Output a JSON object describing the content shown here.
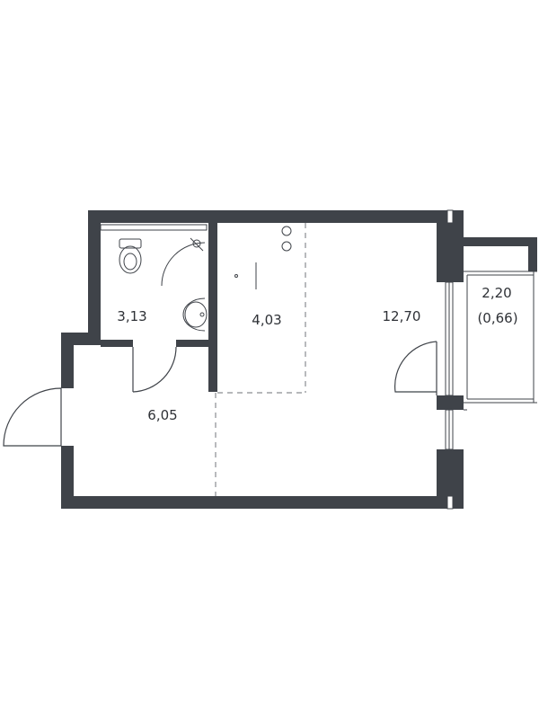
{
  "floorplan": {
    "rooms": [
      {
        "id": "bathroom",
        "area": "3,13"
      },
      {
        "id": "kitchen",
        "area": "4,03"
      },
      {
        "id": "living-room",
        "area": "12,70"
      },
      {
        "id": "hallway",
        "area": "6,05"
      },
      {
        "id": "balcony",
        "area": "2,20",
        "area_reduced": "(0,66)"
      }
    ],
    "colors": {
      "wall": "#3f4349",
      "dashed_partition": "#8a8d91",
      "label": "#2e3136"
    }
  }
}
